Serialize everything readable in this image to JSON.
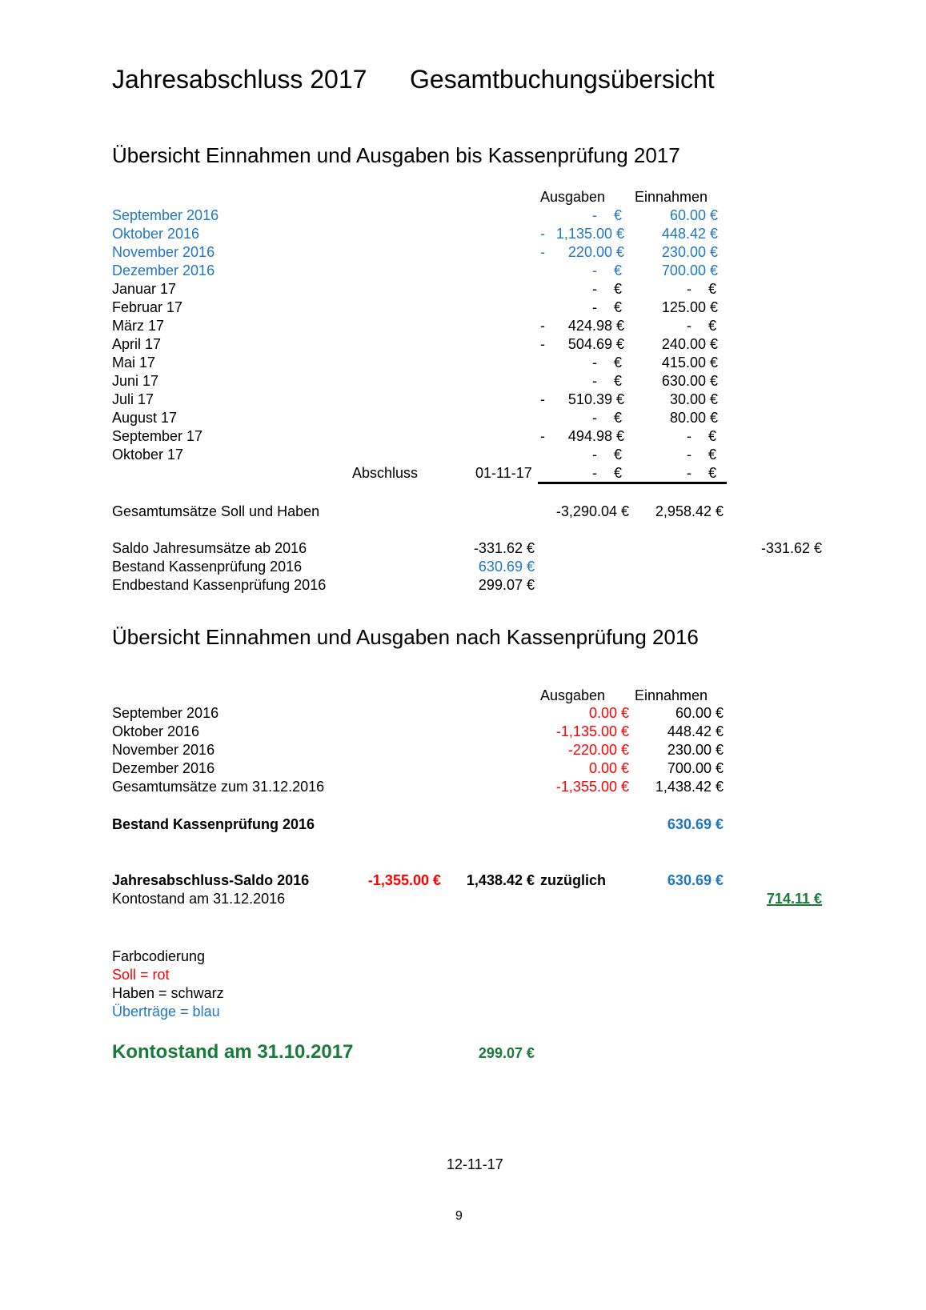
{
  "title": {
    "part1": "Jahresabschluss 2017",
    "part2": "Gesamtbuchungsübersicht"
  },
  "colors": {
    "blue": "#1f77c4",
    "red": "#ff0000",
    "green": "#1a7a3a"
  },
  "section1": {
    "heading": "Übersicht Einnahmen und Ausgaben bis Kassenprüfung 2017",
    "col_ausgaben": "Ausgaben",
    "col_einnahmen": "Einnahmen",
    "rows": [
      {
        "label": "September 2016",
        "aus_dash": "",
        "aus": "-",
        "ein": "60.00 €",
        "color": "blue"
      },
      {
        "label": "Oktober 2016",
        "aus_dash": "-",
        "aus": "1,135.00 €",
        "ein": "448.42 €",
        "color": "blue"
      },
      {
        "label": "November 2016",
        "aus_dash": "-",
        "aus": "220.00 €",
        "ein": "230.00 €",
        "color": "blue"
      },
      {
        "label": "Dezember 2016",
        "aus_dash": "",
        "aus": "-",
        "ein": "700.00 €",
        "color": "blue"
      },
      {
        "label": "Januar 17",
        "aus_dash": "",
        "aus": "-",
        "ein": "-",
        "color": "black"
      },
      {
        "label": "Februar 17",
        "aus_dash": "",
        "aus": "-",
        "ein": "125.00 €",
        "color": "black"
      },
      {
        "label": "März 17",
        "aus_dash": "-",
        "aus": "424.98 €",
        "ein": "-",
        "color": "black"
      },
      {
        "label": "April 17",
        "aus_dash": "-",
        "aus": "504.69 €",
        "ein": "240.00 €",
        "color": "black"
      },
      {
        "label": "Mai 17",
        "aus_dash": "",
        "aus": "-",
        "ein": "415.00 €",
        "color": "black"
      },
      {
        "label": "Juni 17",
        "aus_dash": "",
        "aus": "-",
        "ein": "630.00 €",
        "color": "black"
      },
      {
        "label": "Juli 17",
        "aus_dash": "-",
        "aus": "510.39 €",
        "ein": "30.00 €",
        "color": "black"
      },
      {
        "label": "August 17",
        "aus_dash": "",
        "aus": "-",
        "ein": "80.00 €",
        "color": "black"
      },
      {
        "label": "September 17",
        "aus_dash": "-",
        "aus": "494.98 €",
        "ein": "-",
        "color": "black"
      },
      {
        "label": "Oktober 17",
        "aus_dash": "",
        "aus": "-",
        "ein": "-",
        "color": "black"
      }
    ],
    "abschluss_label": "Abschluss",
    "abschluss_date": "01-11-17",
    "abschluss_aus": "-",
    "abschluss_ein": "-",
    "euro": "€",
    "gesamt_label": "Gesamtumsätze Soll und Haben",
    "gesamt_aus": "-3,290.04 €",
    "gesamt_ein": "2,958.42 €",
    "saldo_label": "Saldo Jahresumsätze ab 2016",
    "saldo_value": "-331.62 €",
    "saldo_right": "-331.62 €",
    "bestand_label": "Bestand Kassenprüfung 2016",
    "bestand_value": "630.69 €",
    "endbestand_label": "Endbestand Kassenprüfung 2016",
    "endbestand_value": "299.07 €"
  },
  "section2": {
    "heading": "Übersicht Einnahmen und Ausgaben nach Kassenprüfung 2016",
    "col_ausgaben": "Ausgaben",
    "col_einnahmen": "Einnahmen",
    "rows": [
      {
        "label": "September 2016",
        "aus": "0.00 €",
        "ein": "60.00 €"
      },
      {
        "label": "Oktober 2016",
        "aus": "-1,135.00 €",
        "ein": "448.42 €"
      },
      {
        "label": "November 2016",
        "aus": "-220.00 €",
        "ein": "230.00 €"
      },
      {
        "label": "Dezember 2016",
        "aus": "0.00 €",
        "ein": "700.00 €"
      },
      {
        "label": "Gesamtumsätze zum 31.12.2016",
        "aus": "-1,355.00 €",
        "ein": "1,438.42 €"
      }
    ],
    "bestand_label": "Bestand Kassenprüfung 2016",
    "bestand_value": "630.69 €",
    "jahres_label": "Jahresabschluss-Saldo 2016",
    "jahres_aus": "-1,355.00 €",
    "jahres_ein": "1,438.42 €",
    "zuzueglich": "zuzüglich",
    "jahres_bestand": "630.69 €",
    "konto_label": "Kontostand am 31.12.2016",
    "konto_value": "714.11 €"
  },
  "legend": {
    "title": "Farbcodierung",
    "soll": "Soll = rot",
    "haben": "Haben = schwarz",
    "uebertraege": "Überträge = blau"
  },
  "final": {
    "label": "Kontostand am 31.10.2017",
    "value": "299.07 €"
  },
  "footer": {
    "date": "12-11-17",
    "page": "9"
  }
}
